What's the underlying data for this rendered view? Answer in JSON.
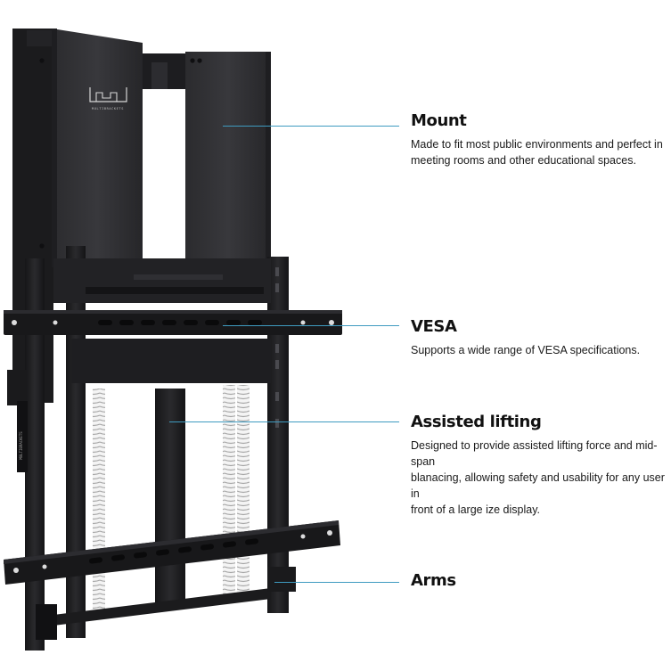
{
  "brand": {
    "logo_text": "M|M|J",
    "logo_subtext": "MULTIBRACKETS",
    "side_label": "MULTIBRACKETS"
  },
  "colors": {
    "accent_line": "#3f9bc0",
    "metal_dark": "#1c1c1e",
    "metal_mid": "#2a2a2d",
    "metal_light": "#3a3a3e",
    "spring": "#c9c9c9"
  },
  "callouts": [
    {
      "id": "mount",
      "title": "Mount",
      "desc_lines": [
        "Made to fit most public environments and perfect in",
        "meeting rooms and other educational spaces."
      ]
    },
    {
      "id": "vesa",
      "title": "VESA",
      "desc_lines": [
        "Supports a wide range of VESA specifications."
      ]
    },
    {
      "id": "assisted",
      "title": "Assisted lifting",
      "desc_lines": [
        "Designed to provide assisted lifting force and mid-span",
        "blanacing, allowing safety and usability for any user in",
        "front of a large ize display."
      ]
    },
    {
      "id": "arms",
      "title": "Arms",
      "desc_lines": []
    }
  ]
}
